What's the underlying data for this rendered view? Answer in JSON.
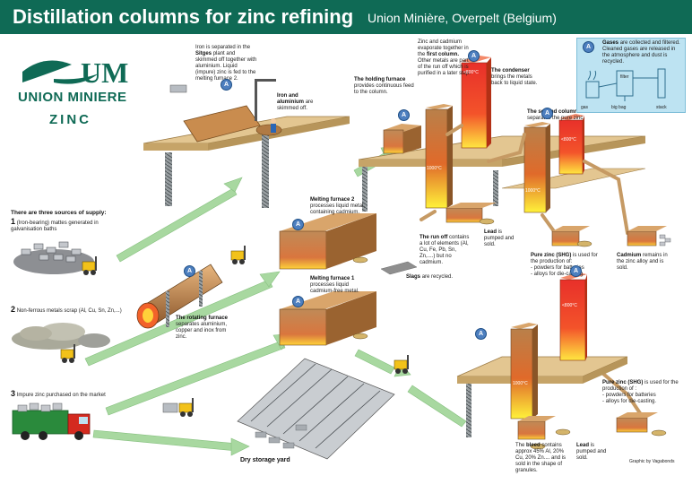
{
  "header": {
    "title": "Distillation columns for zinc refining",
    "subtitle": "Union Minière, Overpelt (Belgium)"
  },
  "logo": {
    "company": "UNION MINIERE",
    "unit": "ZINC"
  },
  "supply": {
    "intro": "There are three sources of supply:",
    "source1_number": "1",
    "source1_text": "(Iron-bearing) mattes generated in galvanisation baths",
    "source2_number": "2",
    "source2_text": "Non-ferrous metals scrap (Al, Cu, Sn, Zn,...)",
    "source3_number": "3",
    "source3_text": "Impure zinc purchased on the market"
  },
  "sitges": {
    "pre": "Iron is separated in the",
    "name": "Sitges",
    "post": "plant and skimmed off together with aluminium. Liquid (impure) zinc is fed to the melting furnace 2."
  },
  "iron_al": {
    "title": "Iron and aluminium",
    "text": "are skimmed off."
  },
  "holding": {
    "title": "The holding furnace",
    "text": "provides continuous feed to the column."
  },
  "first_col": {
    "pre": "Zinc and cadmium evaporate together in the",
    "title": "first column.",
    "post": "Other metals are part of the run off which is purified in a later step."
  },
  "condenser": {
    "title": "The condenser",
    "text": "brings the metals back to liquid state."
  },
  "second_col": {
    "title": "The second column",
    "text": "separates the pure zinc."
  },
  "gases": {
    "title": "Gases",
    "text": "are collected and filtered. Cleaned gases are released in the atmosphere and dust is recycled.",
    "labels": [
      "gas",
      "big bag",
      "stack",
      "filter"
    ]
  },
  "melting2": {
    "title": "Melting furnace 2",
    "text": "processes liquid metal, containing cadmium."
  },
  "melting1": {
    "title": "Melting furnace 1",
    "text": "processes liquid cadmium-free metal."
  },
  "rotating": {
    "title": "The rotating furnace",
    "text": "separates aluminium, copper and inox from zinc."
  },
  "runoff": {
    "title": "The run off",
    "text": "contains a lot of elements (Al, Cu, Fe, Pb, Sn, Zn,....) but no cadmium."
  },
  "slags": {
    "title": "Slags",
    "text": "are recycled."
  },
  "lead1": {
    "title": "Lead",
    "text": "is pumped and sold."
  },
  "pure_zinc1": {
    "title": "Pure zinc (SHG)",
    "text": "is used for the production of:",
    "items": [
      "- powders for batteries",
      "- alloys for die-casting."
    ]
  },
  "cadmium": {
    "title": "Cadmium",
    "text": "remains in the zinc alloy and is sold."
  },
  "pure_zinc2": {
    "title": "Pure zinc (SHG)",
    "text": "is used for the production of :",
    "items": [
      "- powders for batteries",
      "- alloys for die-casting."
    ]
  },
  "bleed": {
    "pre": "The",
    "title": "bleed",
    "text": "contains approx 45% Al, 20% Cu, 20% Zn.... and is sold in the shape of granules."
  },
  "lead2": {
    "title": "Lead",
    "text": "is pumped and sold."
  },
  "storage": "Dry storage yard",
  "credit": "Graphic by Vagabonds",
  "temps": {
    "col1": "1000°C",
    "cond1": "<800°C",
    "col2": "1000°C",
    "cond2": "<800°C",
    "col3": "1000°C",
    "cond3": "<800°C"
  },
  "badge_letter": "A",
  "colors": {
    "header": "#0f6a55",
    "platform": "#e3c691",
    "furnace": "#c98c4e",
    "hot": "#f04a1a",
    "arrow": "#a8d8a0",
    "badge": "#4d7fbf"
  }
}
